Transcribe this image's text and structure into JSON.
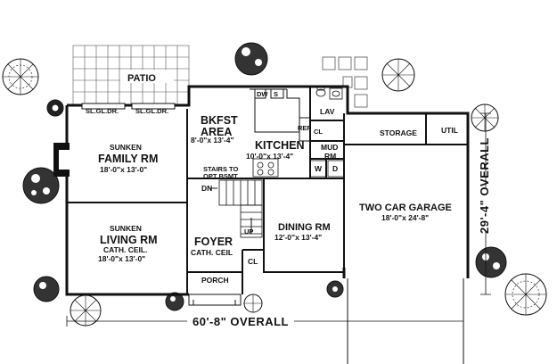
{
  "rooms": {
    "patio": "PATIO",
    "sliding_door_1": "SL.GL.DR.",
    "sliding_door_2": "SL.GL.DR.",
    "breakfast_1": "BKFST",
    "breakfast_2": "AREA",
    "breakfast_dim": "8'-0\"x 13'-4\"",
    "dishwasher": "DW",
    "sink": "S",
    "refrigerator": "REF",
    "closet": "CL",
    "lav": "LAV",
    "kitchen": "KITCHEN",
    "kitchen_dim": "10'-0\"x 13'-4\"",
    "mud_1": "MUD",
    "mud_2": "RM",
    "washer": "W",
    "dryer": "D",
    "storage": "STORAGE",
    "util": "UTIL",
    "family_sub": "SUNKEN",
    "family": "FAMILY RM",
    "family_dim": "18'-0\"x 13'-0\"",
    "stairs_1": "STAIRS TO",
    "stairs_2": "OPT BSMT",
    "down": "DN",
    "up": "UP",
    "living_sub": "SUNKEN",
    "living": "LIVING RM",
    "living_ceil": "CATH. CEIL.",
    "living_dim": "18'-0\"x 13'-0\"",
    "dining": "DINING RM",
    "dining_dim": "12'-0\"x 13'-4\"",
    "garage": "TWO CAR GARAGE",
    "garage_dim": "18'-0\"x 24'-8\"",
    "foyer": "FOYER",
    "foyer_ceil": "CATH. CEIL",
    "closet_2": "CL",
    "porch": "PORCH"
  },
  "overall": {
    "width": "60'-8\" OVERALL",
    "depth": "29'-4\" OVERALL"
  },
  "colors": {
    "ink": "#111111",
    "paper": "#ffffff"
  }
}
